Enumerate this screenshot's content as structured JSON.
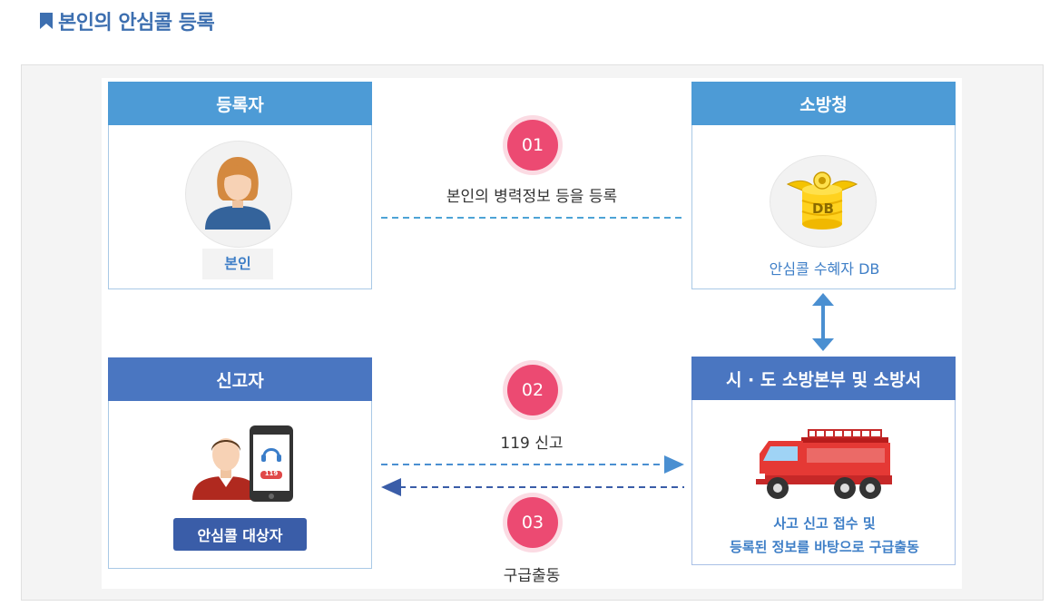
{
  "title": "본인의 안심콜 등록",
  "registrant": {
    "header": "등록자",
    "label": "본인"
  },
  "fire_dept": {
    "header": "소방청",
    "db_text": "DB",
    "caption": "안심콜 수혜자 DB"
  },
  "reporter": {
    "header": "신고자",
    "label": "안심콜 대상자",
    "phone_badge": "119"
  },
  "fire_station": {
    "header": "시 · 도 소방본부 및 소방서",
    "caption_line1": "사고 신고 접수 및",
    "caption_line2": "등록된 정보를 바탕으로 구급출동"
  },
  "steps": [
    {
      "number": "01",
      "text": "본인의 병력정보 등을 등록"
    },
    {
      "number": "02",
      "text": "119 신고"
    },
    {
      "number": "03",
      "text": "구급출동"
    }
  ],
  "colors": {
    "accent_blue": "#4d9bd6",
    "dark_blue": "#4a76c1",
    "step_pink": "#ec4a72",
    "truck_red": "#e53935"
  }
}
